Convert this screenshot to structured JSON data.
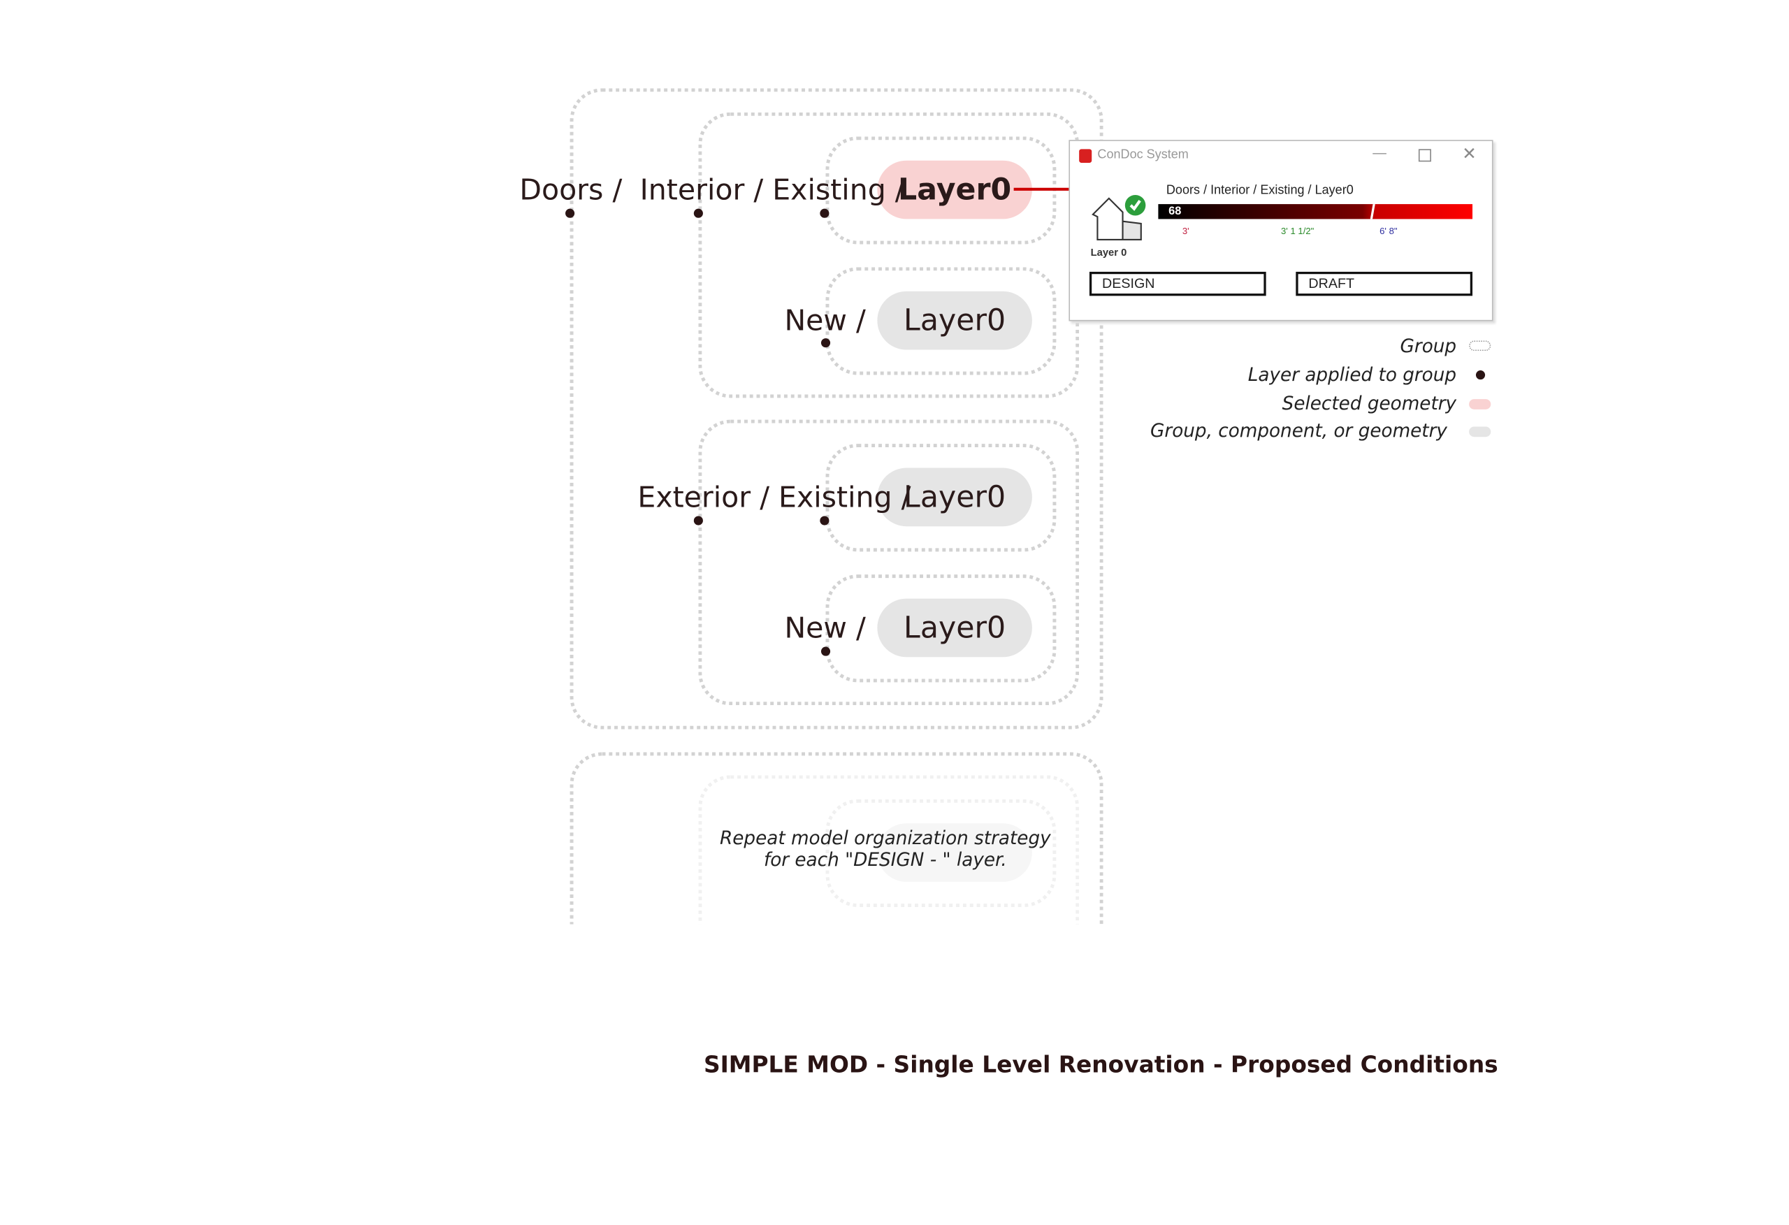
{
  "diagram": {
    "hierarchy": {
      "doors_label": "Doors /",
      "interior_existing_label": "Interior / Existing /",
      "new_label": "New /",
      "exterior_existing_label": "Exterior / Existing /",
      "layer_label": "Layer0"
    },
    "repeat_note": [
      "Repeat model organization strategy",
      "for each \"DESIGN - \" layer."
    ],
    "title": "SIMPLE MOD - Single Level Renovation - Proposed Conditions"
  },
  "dialog": {
    "title": "ConDoc System",
    "path": "Doors / Interior / Existing / Layer0",
    "bar_value": "68",
    "dims": [
      "3'",
      "3' 1 1/2\"",
      "6' 8\""
    ],
    "layer_name": "Layer 0",
    "design_button": "DESIGN",
    "draft_button": "DRAFT"
  },
  "legend": [
    {
      "label": "Group"
    },
    {
      "label": "Layer applied to group"
    },
    {
      "label": "Selected geometry"
    },
    {
      "label": "Group, component, or geometry"
    }
  ],
  "colors": {
    "selected": "#f9d2d2",
    "geometry": "#e5e5e5",
    "dot": "#2a1414",
    "arrow": "#cc0000"
  }
}
